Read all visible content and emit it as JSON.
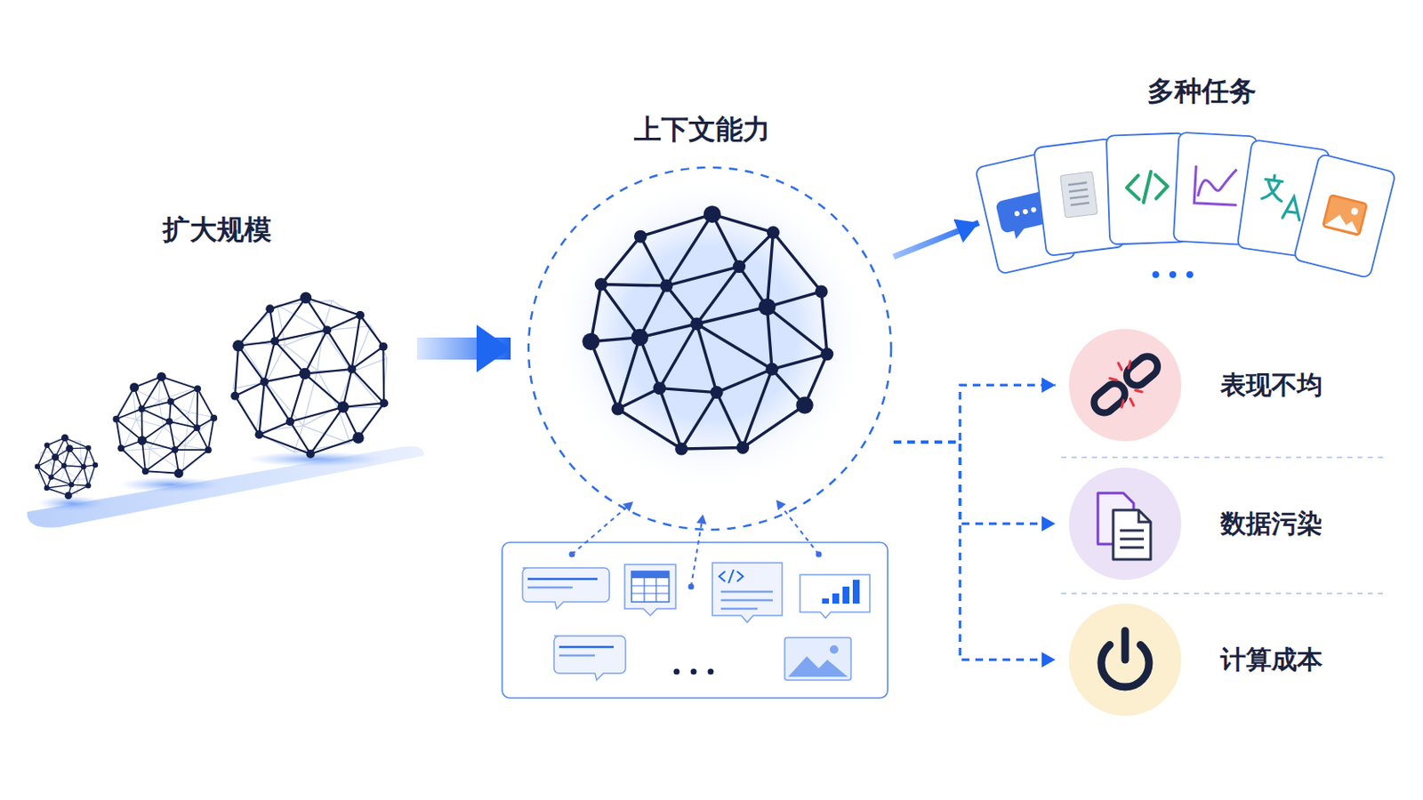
{
  "diagram": {
    "nodes": [
      {
        "text": [
          "扩大规模"
        ]
      },
      {
        "text": [
          "上下文能力"
        ]
      },
      {
        "text": [
          "多种任务"
        ]
      },
      {
        "text": [
          "表现不均"
        ]
      },
      {
        "text": [
          "数据污染"
        ]
      },
      {
        "text": [
          "计算成本"
        ]
      }
    ],
    "edges": [
      {
        "from": 0,
        "to": 1,
        "arrow": "to"
      },
      {
        "from": 1,
        "to": 2,
        "arrow": "to"
      },
      {
        "from": 1,
        "to": 3,
        "arrow": "to"
      },
      {
        "from": 1,
        "to": 4,
        "arrow": "to"
      },
      {
        "from": 1,
        "to": 5,
        "arrow": "to"
      }
    ]
  }
}
